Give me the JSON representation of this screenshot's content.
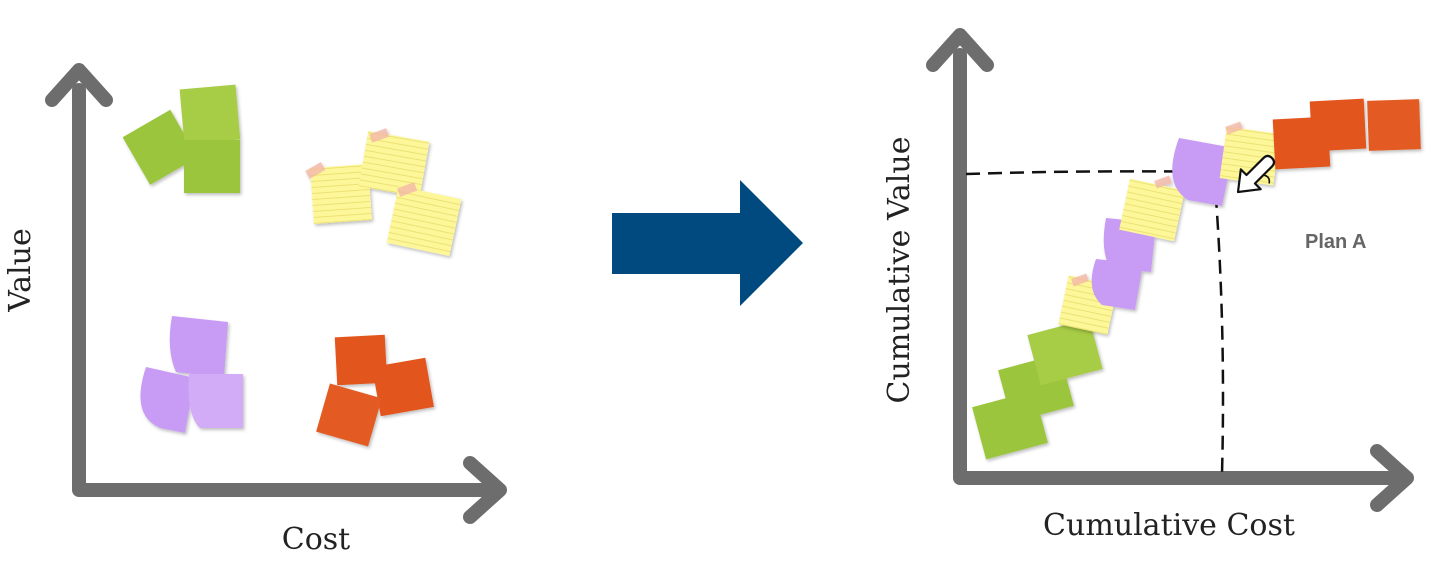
{
  "left_diagram": {
    "y_axis_label": "Value",
    "x_axis_label": "Cost"
  },
  "right_diagram": {
    "y_axis_label": "Cumulative Value",
    "x_axis_label": "Cumulative Cost",
    "annotation": "Plan A"
  },
  "colors": {
    "axis": "#6d6d6d",
    "arrow": "#004a80",
    "green": "#9bc53d",
    "yellow": "#fdf79a",
    "purple": "#c89bf5",
    "orange": "#e2541c",
    "annotation_text": "#666666"
  }
}
